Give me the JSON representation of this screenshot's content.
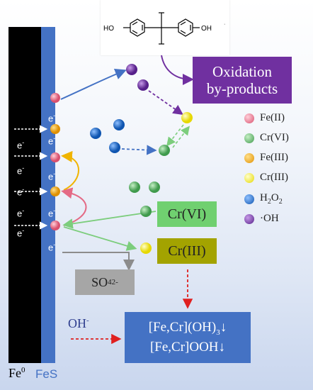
{
  "bpa_labels": {
    "ho": "HO",
    "oh": "OH"
  },
  "oxidation_box": {
    "line1": "Oxidation",
    "line2": "by-products"
  },
  "legend": [
    {
      "label": "Fe(II)",
      "color": "#e46a85"
    },
    {
      "label": "Cr(VI)",
      "color": "#5fb46a"
    },
    {
      "label": "Fe(III)",
      "color": "#f0a500"
    },
    {
      "label": "Cr(III)",
      "color": "#f2ea00"
    },
    {
      "label": "H2O2",
      "color": "#1f66c0"
    },
    {
      "label": "·OH",
      "color": "#6b2a9e"
    }
  ],
  "cr6_box": "Cr(VI)",
  "cr3_box": "Cr(III)",
  "sulfate_box": "SO42-",
  "oh_label": "OH-",
  "precip_box": {
    "line1": "[Fe,Cr](OH)3↓",
    "line2": "[Fe,Cr]OOH↓"
  },
  "electron": "e-",
  "fe0_label": "Fe0",
  "fes_label": "FeS",
  "colors": {
    "fes_blue": "#4472c4",
    "purple_box": "#7030a0",
    "green_box": "#70d070",
    "olive_box": "#a3a300",
    "gray_box": "#a6a6a6",
    "precip_box": "#4472c4"
  }
}
